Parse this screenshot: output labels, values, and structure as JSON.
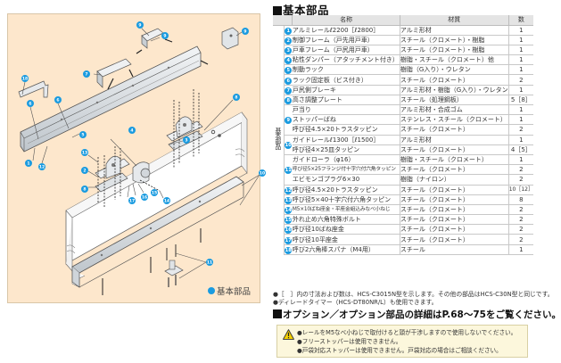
{
  "illustration": {
    "legend_label": "基本部品",
    "callouts": [
      "1",
      "2",
      "3",
      "4",
      "5",
      "6",
      "7",
      "8",
      "9",
      "10",
      "11",
      "12",
      "13",
      "14",
      "15",
      "16",
      "17",
      "18"
    ],
    "colors": {
      "background": "#fde7cc",
      "callout": "#1a9be0",
      "metal": "#d8dde2",
      "door": "#ffffff"
    }
  },
  "section_title": "基本部品",
  "table": {
    "headers": {
      "group": "",
      "name": "名称",
      "material": "材質",
      "quantity": "数"
    },
    "group_label": "基本部品",
    "rows": [
      {
        "badge": "1",
        "name": "アルミレールℓ2200［ℓ2800］",
        "material": "アルミ形材",
        "quantity": "1"
      },
      {
        "badge": "2",
        "name": "制御フレーム（戸先用戸車）",
        "material": "スチール（クロメート）・樹脂",
        "quantity": "1"
      },
      {
        "badge": "3",
        "name": "戸車フレーム（戸尻用戸車）",
        "material": "スチール（クロメート）・樹脂",
        "quantity": "1"
      },
      {
        "badge": "4",
        "name": "粘性ダンパー（アタッチメント付き）",
        "material": "樹脂・スチール（クロメート）他",
        "quantity": "1"
      },
      {
        "badge": "5",
        "name": "制動ラック",
        "material": "樹脂（G入り）・ウレタン",
        "quantity": "1"
      },
      {
        "badge": "6",
        "name": "ラック固定板（ビス付き）",
        "material": "スチール（クロメート）",
        "quantity": "2"
      },
      {
        "badge": "7",
        "name": "戸尻側ブレーキ",
        "material": "アルミ形材・樹脂（G入り）・ウレタン",
        "quantity": "1"
      },
      {
        "badge": "8",
        "name": "高さ調整プレート",
        "material": "スチール（処理鋼板）",
        "quantity": "5［8］"
      },
      {
        "badge": "9",
        "name": "戸当り",
        "material": "アルミ形材・合成ゴム",
        "quantity": "1"
      },
      {
        "badge": "",
        "name": "ストッパーばね",
        "material": "ステンレス・スチール（クロメート）",
        "quantity": "1"
      },
      {
        "badge": "",
        "name": "呼び径4.5×20トラスタッピン",
        "material": "スチール（クロメート）",
        "quantity": "2"
      },
      {
        "badge": "10",
        "name": "ガイドレールℓ1300［ℓ1500］",
        "material": "アルミ形材",
        "quantity": "1"
      },
      {
        "badge": "",
        "name": "呼び径4×25皿タッピン",
        "material": "スチール（クロメート）",
        "quantity": "4［5］"
      },
      {
        "badge": "11",
        "name": "ガイドローラ（φ16）",
        "material": "樹脂・スチール（クロメート）",
        "quantity": "1"
      },
      {
        "badge": "",
        "name": "呼び径5×25フランジ付十字穴付六角タッピン",
        "material": "スチール（クロメート）",
        "quantity": "2"
      },
      {
        "badge": "",
        "name": "エビモンゴプラグ6×30",
        "material": "樹脂（ナイロン）",
        "quantity": "2"
      },
      {
        "badge": "12",
        "name": "呼び径4.5×20トラスタッピン",
        "material": "スチール（クロメート）",
        "quantity": "10［12］"
      },
      {
        "badge": "13",
        "name": "呼び径5×40十字穴付六角タッピン",
        "material": "スチール（クロメート）",
        "quantity": "8"
      },
      {
        "badge": "14",
        "name": "M5×10ばね座金・平座金組込みなべ小ねじ",
        "material": "スチール（クロメート）",
        "quantity": "2"
      },
      {
        "badge": "15",
        "name": "外れ止め六角特殊ボルト",
        "material": "スチール（クロメート）",
        "quantity": "2"
      },
      {
        "badge": "16",
        "name": "呼び径10ばね座金",
        "material": "スチール（クロメート）",
        "quantity": "2"
      },
      {
        "badge": "17",
        "name": "呼び径10平座金",
        "material": "スチール（クロメート）",
        "quantity": "2"
      },
      {
        "badge": "18",
        "name": "呼び2六角棒スパナ（M4用）",
        "material": "スチール",
        "quantity": "1"
      }
    ]
  },
  "notes": [
    "●［　］内の寸法および数は、HCS-C3015N型を示します。その他の部品はHCS-C30N型と同じです。",
    "●ディレードタイマー（HCS-DT80NR/L）も使用できます。"
  ],
  "option_title": "オプション／オプション部品の詳細はP.68～75をご覧ください。",
  "warning": {
    "icon": "warning-triangle-icon",
    "lines": [
      "●レールをM5なべ小ねじで取付けると頭が干渉しますので使用しないでください。",
      "●フリーストッパーは使用できません。",
      "●戸袋対応ストッパーは使用できません。戸袋対応の場合はご相談ください。"
    ]
  }
}
